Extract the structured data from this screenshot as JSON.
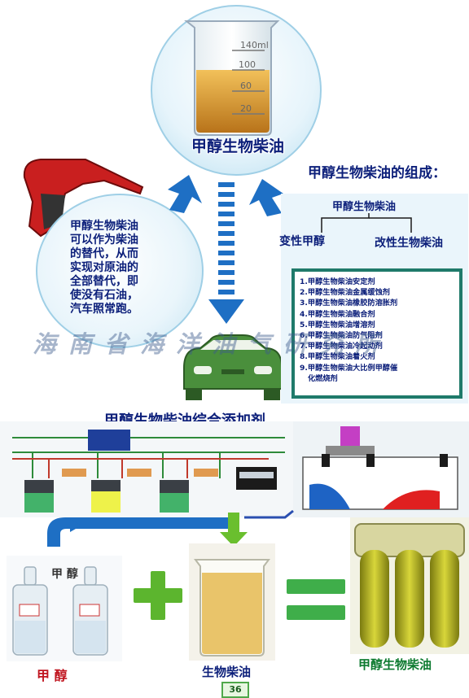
{
  "beaker": {
    "marks": [
      "140ml",
      "100",
      "60",
      "20"
    ],
    "liquid_color": "#d89a2a"
  },
  "title_main": "甲醇生物柴油",
  "left_text": [
    "甲醇生物柴油",
    "可以作为柴油",
    "的替代，从而",
    "实现对原油的",
    "全部替代，即",
    "使没有石油，",
    "汽车照常跑。"
  ],
  "composition": {
    "title": "甲醇生物柴油的组成：",
    "root": "甲醇生物柴油",
    "left": "变性甲醇",
    "right": "改性生物柴油",
    "items": [
      "1.甲醇生物柴油安定剂",
      "2.甲醇生物柴油金属缓蚀剂",
      "3.甲醇生物柴油橡胶防溶胀剂",
      "4.甲醇生物柴油融合剂",
      "5.甲醇生物柴油增溶剂",
      "6.甲醇生物柴油防气阻剂",
      "7.甲醇生物柴油冷起动剂",
      "8.甲醇生物柴油着火剂",
      "9.甲醇生物柴油大比例甲醇催",
      "化燃烧剂"
    ]
  },
  "watermark": "海南省海洋油气研究所",
  "additive_title": "甲醇生物柴油综合添加剂",
  "labels": {
    "methanol_bottle": "甲 醇",
    "methanol": "甲  醇",
    "biodiesel": "生物柴油",
    "final": "甲醇生物柴油"
  },
  "page_number": "36",
  "colors": {
    "arrow_blue": "#1e6fc4",
    "plus_green": "#5cb52e",
    "equals_green": "#3fae4a",
    "car_green": "#4a8f3c"
  }
}
